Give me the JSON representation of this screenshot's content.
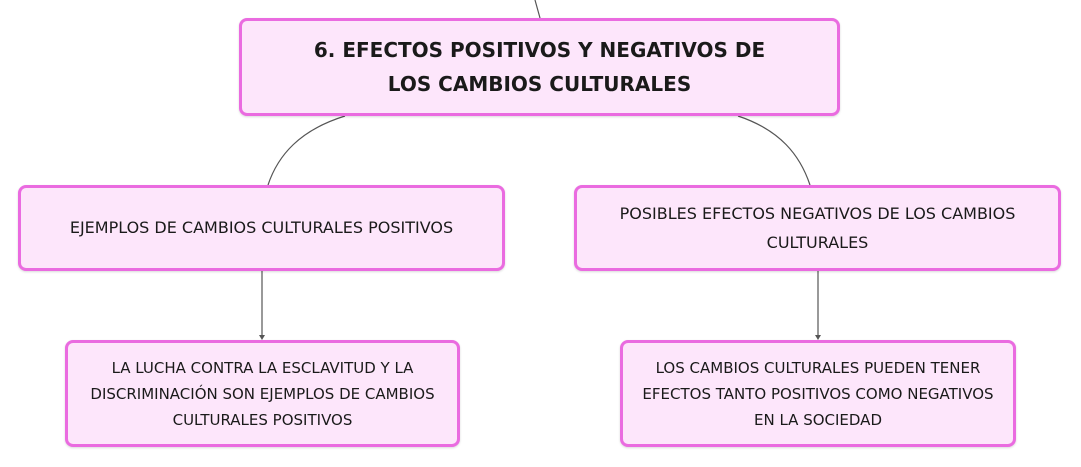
{
  "root": {
    "label": "6. EFECTOS POSITIVOS Y NEGATIVOS DE LOS CAMBIOS CULTURALES"
  },
  "branches": [
    {
      "label": "EJEMPLOS DE CAMBIOS CULTURALES POSITIVOS",
      "child": "LA LUCHA CONTRA LA ESCLAVITUD Y LA DISCRIMINACIÓN SON EJEMPLOS DE CAMBIOS CULTURALES POSITIVOS"
    },
    {
      "label": "POSIBLES EFECTOS NEGATIVOS DE LOS CAMBIOS CULTURALES",
      "child": "LOS CAMBIOS CULTURALES PUEDEN TENER EFECTOS TANTO POSITIVOS COMO NEGATIVOS EN LA SOCIEDAD"
    }
  ],
  "colors": {
    "node_fill": "#fde6fb",
    "node_border": "#ea6be0",
    "connector": "#555555"
  }
}
